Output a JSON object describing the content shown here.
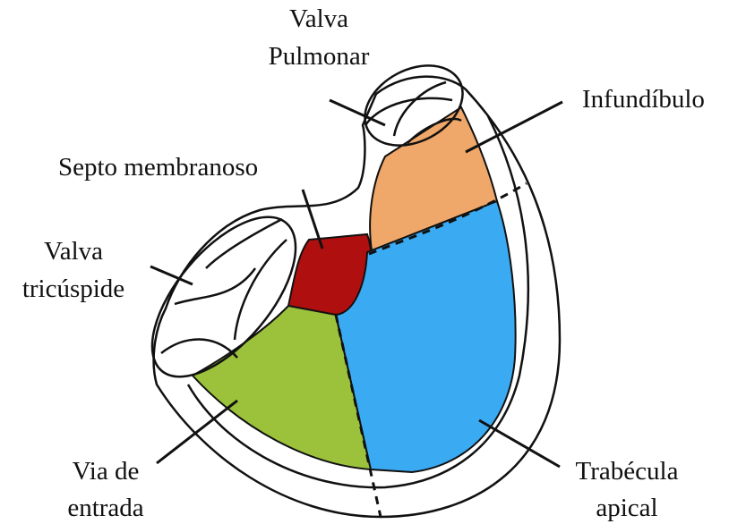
{
  "labels": {
    "valva_pulmonar_line1": "Valva",
    "valva_pulmonar_line2": "Pulmonar",
    "infundibulo": "Infundíbulo",
    "septo_membranoso": "Septo membranoso",
    "valva_tricuspide_line1": "Valva",
    "valva_tricuspide_line2": "tricúspide",
    "via_entrada_line1": "Via de",
    "via_entrada_line2": "entrada",
    "trabecula_apical_line1": "Trabécula",
    "trabecula_apical_line2": "apical"
  },
  "colors": {
    "infundibulo": "#F0A86A",
    "septo_membranoso": "#B00F0F",
    "via_entrada": "#9CC23C",
    "trabecula_apical": "#3AABF3",
    "outline": "#111111"
  }
}
